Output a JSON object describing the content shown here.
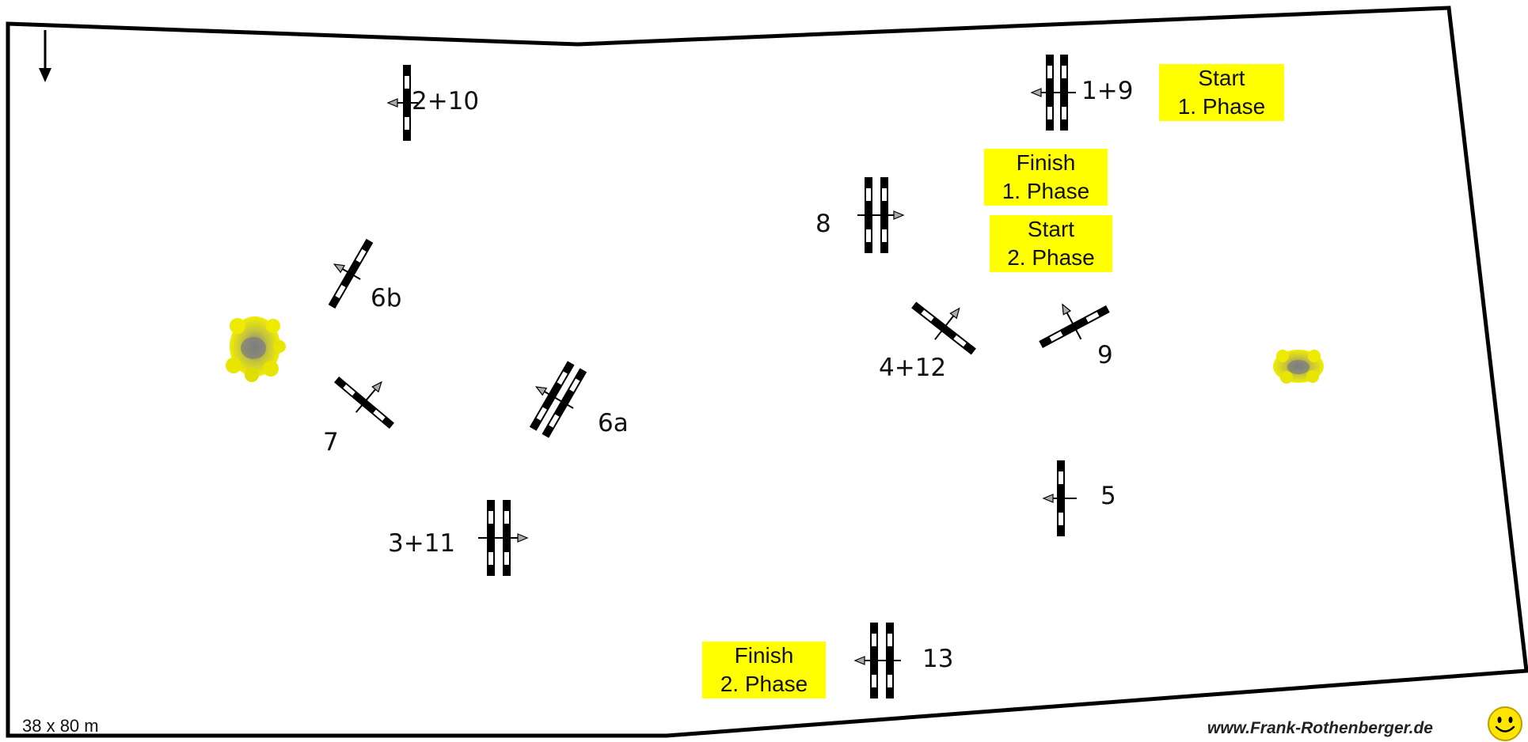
{
  "course": {
    "size": "38 x 80 m",
    "website": "www.Frank-Rothenberger.de",
    "obstacles": [
      {
        "number": "1+9",
        "type": "oxer",
        "arrow": "left"
      },
      {
        "number": "2+10",
        "type": "vertical",
        "arrow": "left"
      },
      {
        "number": "3+11",
        "type": "oxer",
        "arrow": "right"
      },
      {
        "number": "4+12",
        "type": "vertical-diagonal",
        "arrow": "up"
      },
      {
        "number": "5",
        "type": "vertical",
        "arrow": "left"
      },
      {
        "number": "6a",
        "type": "oxer-diagonal",
        "arrow": "up-left"
      },
      {
        "number": "6b",
        "type": "vertical-diagonal",
        "arrow": "up-left"
      },
      {
        "number": "7",
        "type": "vertical-diagonal",
        "arrow": "up"
      },
      {
        "number": "8",
        "type": "oxer",
        "arrow": "right"
      },
      {
        "number": "9",
        "type": "vertical-diagonal",
        "arrow": "up"
      },
      {
        "number": "13",
        "type": "oxer",
        "arrow": "left"
      }
    ],
    "markers": {
      "start1": [
        "Start",
        "1. Phase"
      ],
      "finish1": [
        "Finish",
        "1. Phase"
      ],
      "start2": [
        "Start",
        "2. Phase"
      ],
      "finish2": [
        "Finish",
        "2. Phase"
      ]
    },
    "entrance_icon": "arrow-down-icon",
    "decoration_icon": "bush-icon",
    "smiley_icon": "smiley-icon",
    "colors": {
      "boundary": "#000000",
      "marker_bg": "#ffff00",
      "bush": "#e8e800",
      "bush_center": "#8a8a7a"
    }
  }
}
